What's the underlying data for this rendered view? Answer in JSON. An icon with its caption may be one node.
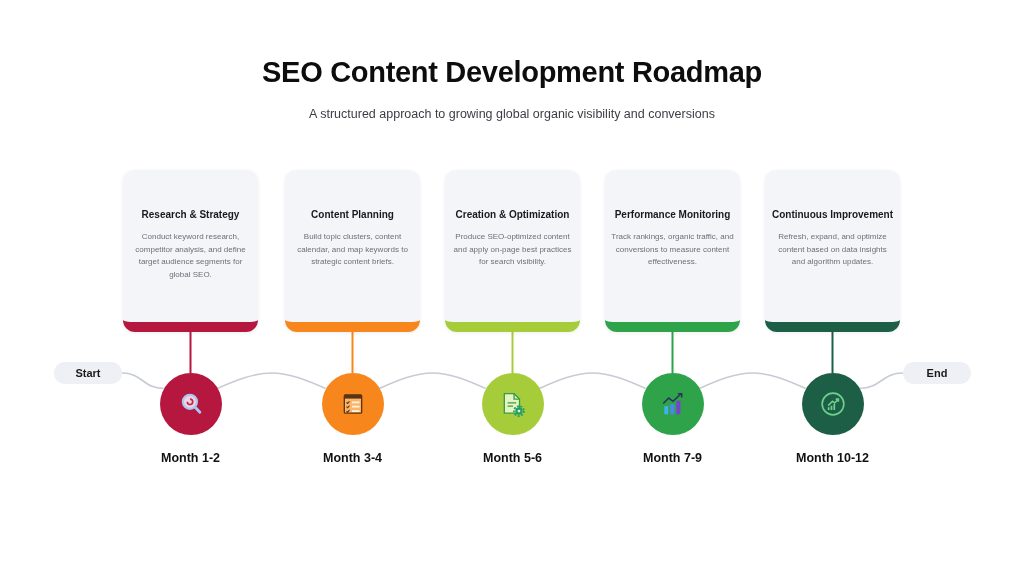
{
  "diagram": {
    "title": "SEO Content Development Roadmap",
    "nodes": [
      {
        "text": [
          "Research & Strategy",
          "Conduct keyword research, competitor analysis, and define target audience segments for global SEO."
        ]
      },
      {
        "text": [
          "Content Planning",
          "Build topic clusters, content calendar, and map keywords to strategic content briefs."
        ]
      },
      {
        "text": [
          "Creation & Optimization",
          "Produce SEO-optimized content and apply on-page best practices for search visibility."
        ]
      },
      {
        "text": [
          "Performance Monitoring",
          "Track rankings, organic traffic, and conversions to measure content effectiveness."
        ]
      },
      {
        "text": [
          "Continuous Improvement",
          "Refresh, expand, and optimize content based on data insights and algorithm updates."
        ]
      },
      {
        "text": [
          "Start"
        ]
      },
      {
        "text": [],
        "shape": "circle",
        "beside": [
          "Month 1-2"
        ]
      },
      {
        "text": [],
        "shape": "circle",
        "beside": [
          "Month 3-4"
        ]
      },
      {
        "text": [],
        "shape": "circle",
        "beside": [
          "Month 5-6"
        ]
      },
      {
        "text": [],
        "shape": "circle",
        "beside": [
          "Month 7-9"
        ]
      },
      {
        "text": [],
        "shape": "circle",
        "beside": [
          "Month 10-12"
        ]
      },
      {
        "text": [
          "End"
        ]
      }
    ],
    "edges": [
      {
        "from": 0,
        "to": 6,
        "arrow": "none",
        "color": "#b5173e"
      },
      {
        "from": 1,
        "to": 7,
        "arrow": "none",
        "color": "#f7861d"
      },
      {
        "from": 2,
        "to": 8,
        "arrow": "none",
        "color": "#a6cc3a"
      },
      {
        "from": 3,
        "to": 9,
        "arrow": "none",
        "color": "#2fa34a"
      },
      {
        "from": 4,
        "to": 10,
        "arrow": "none",
        "color": "#1d5e46"
      },
      {
        "from": 5,
        "to": 6,
        "arrow": "none"
      },
      {
        "from": 6,
        "to": 7,
        "arrow": "none"
      },
      {
        "from": 7,
        "to": 8,
        "arrow": "none"
      },
      {
        "from": 8,
        "to": 9,
        "arrow": "none"
      },
      {
        "from": 9,
        "to": 10,
        "arrow": "none"
      },
      {
        "from": 10,
        "to": 11,
        "arrow": "none"
      }
    ],
    "labels": [
      "A structured approach to growing global organic visibility and conversions"
    ]
  }
}
